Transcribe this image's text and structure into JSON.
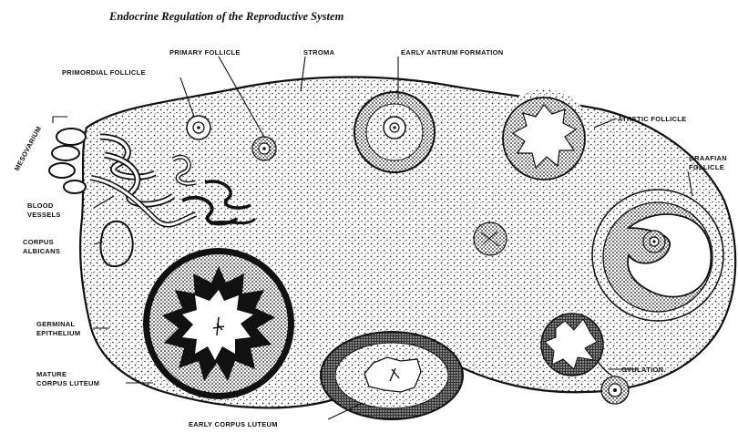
{
  "title": "Endocrine Regulation of the Reproductive System",
  "labels": {
    "primary_follicle": "PRIMARY FOLLICLE",
    "stroma": "STROMA",
    "early_antrum": "EARLY ANTRUM FORMATION",
    "primordial_follicle": "PRIMORDIAL FOLLICLE",
    "atretic_follicle": "ATRETIC FOLLICLE",
    "graafian_1": "GRAAFIAN",
    "graafian_2": "FOLLICLE",
    "mesovarium": "MESOVARIUM",
    "blood_1": "BLOOD",
    "blood_2": "VESSELS",
    "corpus_albicans_1": "CORPUS",
    "corpus_albicans_2": "ALBICANS",
    "germinal_1": "GERMINAL",
    "germinal_2": "EPITHELIUM",
    "mature_cl_1": "MATURE",
    "mature_cl_2": "CORPUS LUTEUM",
    "ovulation": "OVULATION",
    "early_cl": "EARLY CORPUS LUTEUM"
  }
}
